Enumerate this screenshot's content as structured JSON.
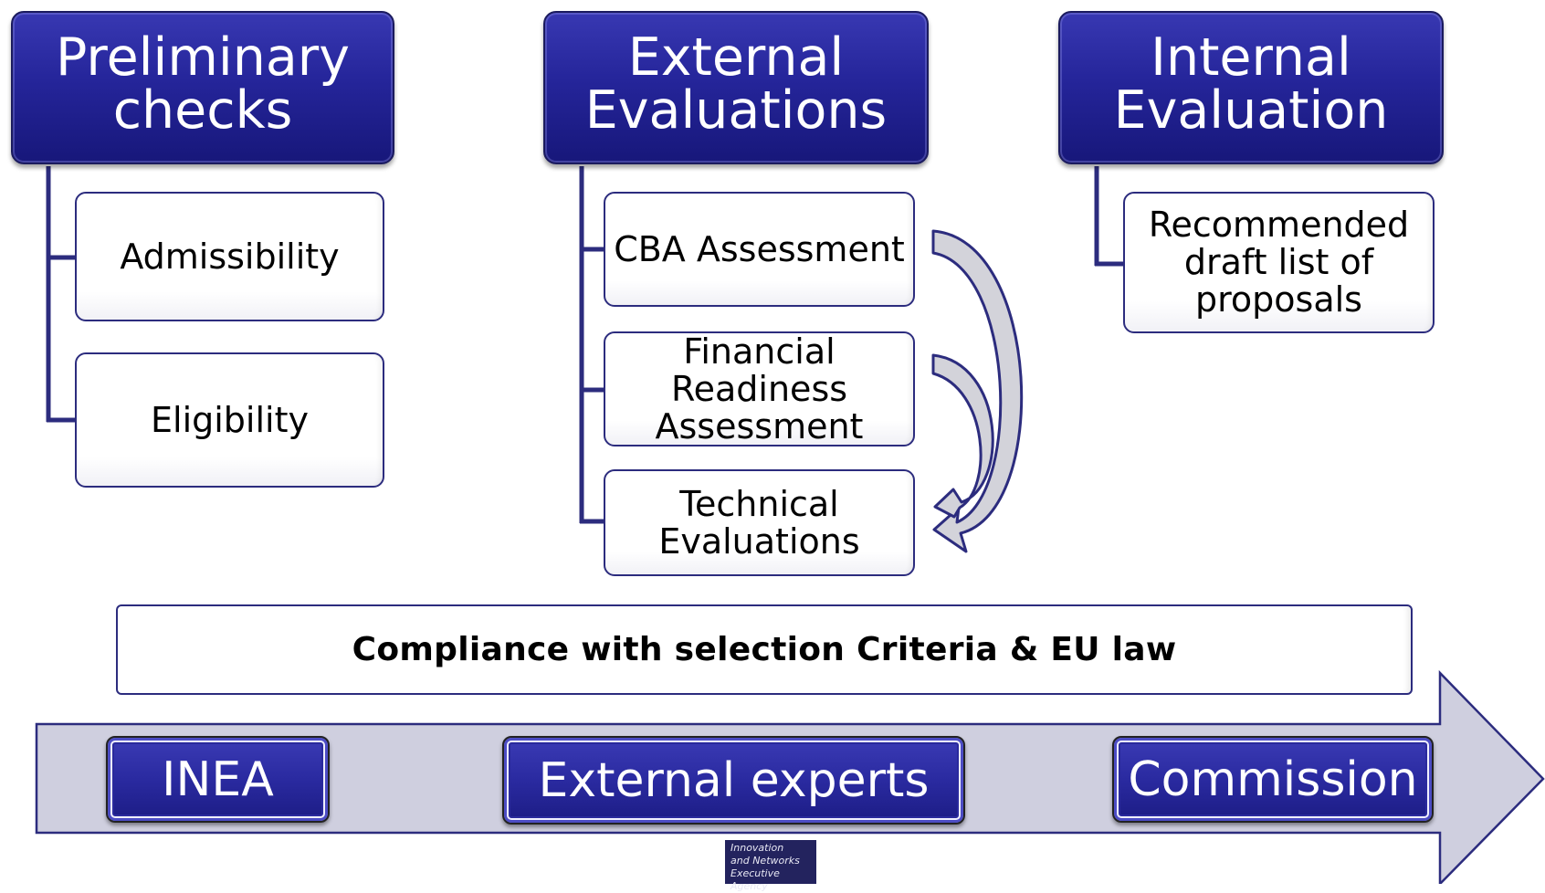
{
  "columns": [
    {
      "header": [
        "Preliminary",
        "checks"
      ],
      "items": [
        {
          "lines": [
            "Admissibility"
          ]
        },
        {
          "lines": [
            "Eligibility"
          ]
        }
      ]
    },
    {
      "header": [
        "External",
        "Evaluations"
      ],
      "items": [
        {
          "lines": [
            "CBA Assessment"
          ]
        },
        {
          "lines": [
            "Financial",
            "Readiness",
            "Assessment"
          ]
        },
        {
          "lines": [
            "Technical",
            "Evaluations"
          ]
        }
      ]
    },
    {
      "header": [
        "Internal",
        "Evaluation"
      ],
      "items": [
        {
          "lines": [
            "Recommended",
            "draft list of",
            "proposals"
          ]
        }
      ]
    }
  ],
  "banner": "Compliance with selection Criteria & EU law",
  "actors": [
    "INEA",
    "External experts",
    "Commission"
  ],
  "logo": [
    "Innovation",
    "and Networks",
    "Executive Agency"
  ],
  "colors": {
    "header_blue": "#25259a",
    "border_navy": "#2c2c7e",
    "arrow_fill": "#cfcfdf",
    "curved_arrow_fill": "#d3d3da"
  }
}
